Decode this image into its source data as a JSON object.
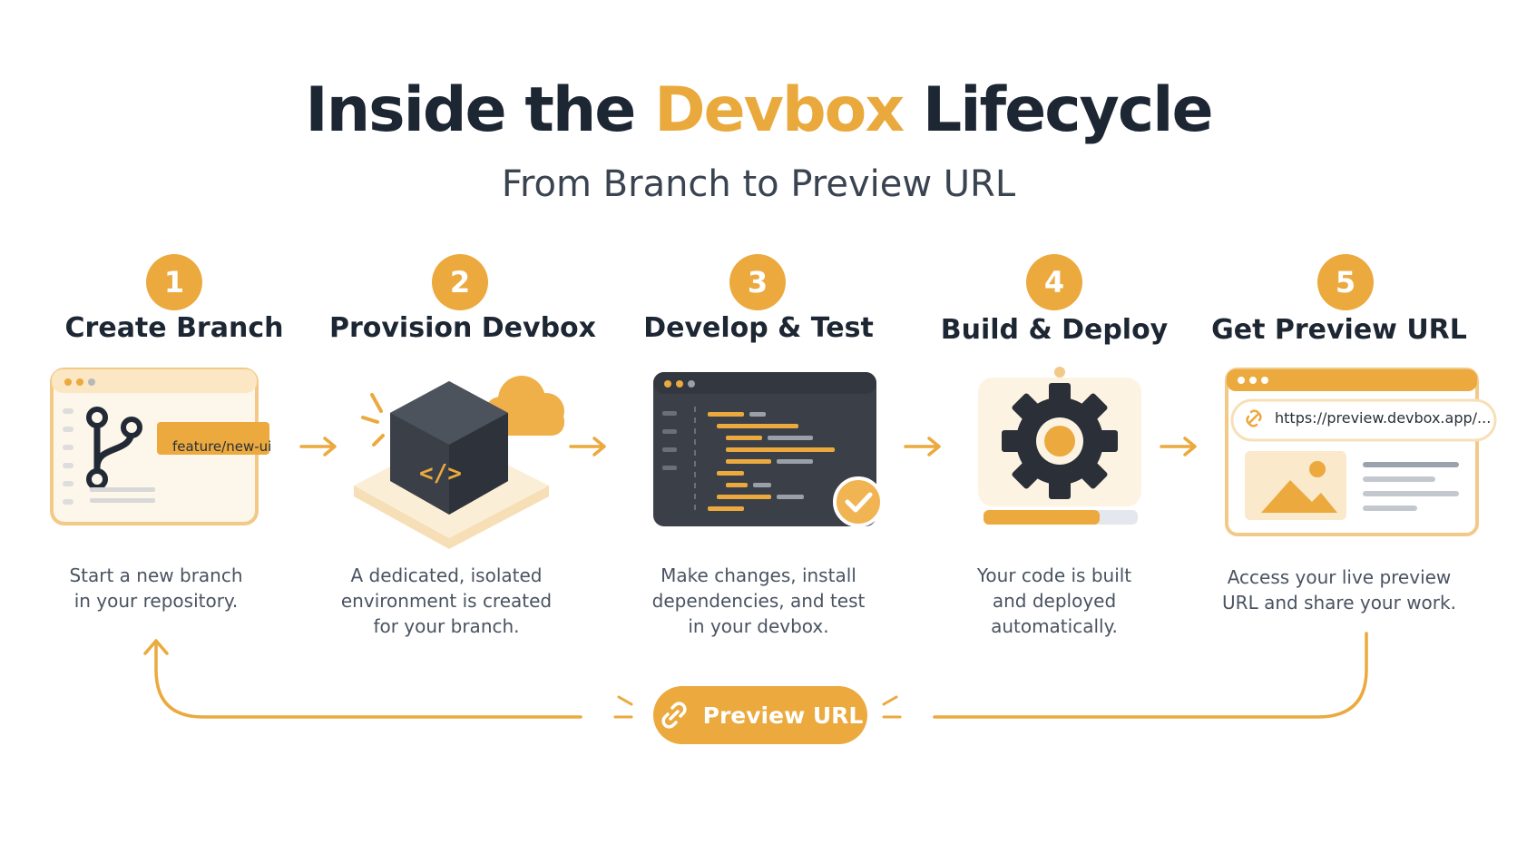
{
  "title": {
    "prefix": "Inside the ",
    "accent": "Devbox",
    "suffix": " Lifecycle"
  },
  "subtitle": "From Branch to Preview URL",
  "steps": [
    {
      "number": "1",
      "title": "Create Branch",
      "description": "Start a new branch\nin your repository.",
      "tag": "feature/new-ui"
    },
    {
      "number": "2",
      "title": "Provision Devbox",
      "description": "A dedicated, isolated\nenvironment is created\nfor your branch."
    },
    {
      "number": "3",
      "title": "Develop & Test",
      "description": "Make changes, install\ndependencies, and test\nin your devbox."
    },
    {
      "number": "4",
      "title": "Build & Deploy",
      "description": "Your code is built\nand deployed\nautomatically."
    },
    {
      "number": "5",
      "title": "Get Preview URL",
      "description": "Access your live preview\nURL and share your work.",
      "url": "https://preview.devbox.app/..."
    }
  ],
  "loop_label": "Preview URL",
  "icons": [
    "branch-icon",
    "cube-code-icon",
    "cloud-icon",
    "code-editor-icon",
    "check-icon",
    "gear-icon",
    "link-icon",
    "image-icon",
    "arrow-right-icon"
  ],
  "colors": {
    "accent": "#eba93e",
    "dark": "#1d2633",
    "panel": "#3a3f48",
    "soft": "#fbeed7"
  }
}
